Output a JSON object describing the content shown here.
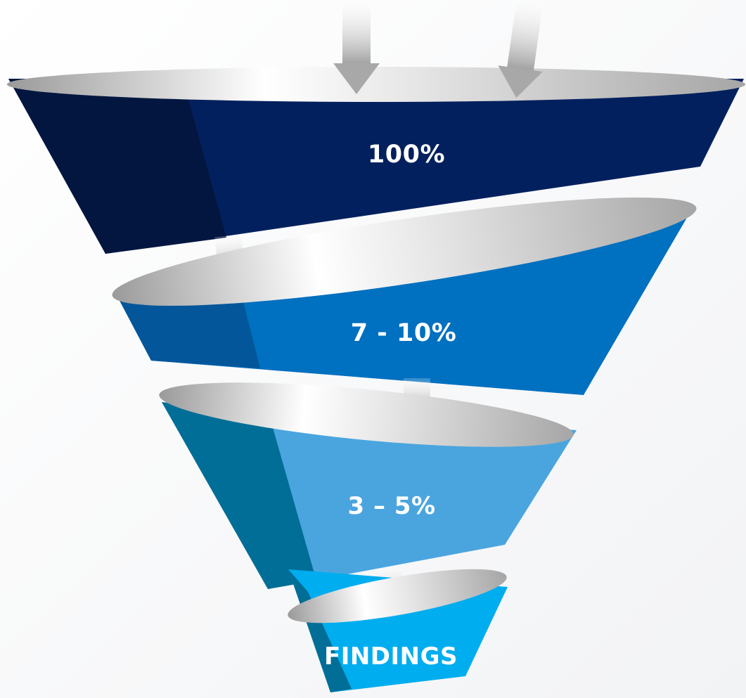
{
  "funnel": {
    "tiers": [
      {
        "label": "100%",
        "color": "#03205e",
        "shade": "#021640"
      },
      {
        "label": "7 - 10%",
        "color": "#0070c0",
        "shade": "#03569a"
      },
      {
        "label": "3 – 5%",
        "color": "#4aa5de",
        "shade": "#006e96"
      },
      {
        "label": "FINDINGS",
        "color": "#00adef",
        "shade": "#006e96"
      }
    ],
    "arrow_color": "#a8a8a8",
    "rim_color": "#bdbdbd"
  }
}
